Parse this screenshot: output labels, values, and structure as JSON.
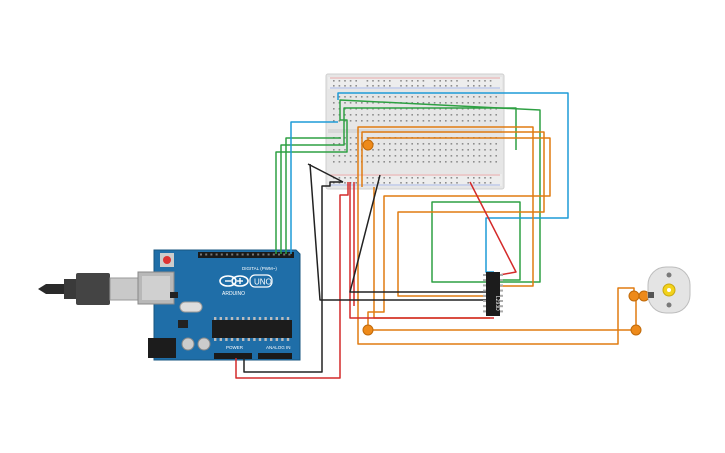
{
  "canvas": {
    "background": "#ffffff"
  },
  "arduino": {
    "brand": "ARDUINO",
    "model": "UNO",
    "digital_header_label": "DIGITAL (PWM~)",
    "power_header_label": "POWER",
    "analog_header_label": "ANALOG IN",
    "board_color": "#1f6ea8"
  },
  "driver_chip": {
    "label": "L293D"
  },
  "colors": {
    "wire_green": "#2ea043",
    "wire_blue": "#1e9bd7",
    "wire_orange": "#e07b10",
    "wire_red": "#d42a2a",
    "wire_black": "#222222",
    "junction": "#ee8a1a",
    "breadboard": "#e9e9e9"
  },
  "icons": {
    "usb_cable": "usb-cable-icon",
    "dc_motor": "dc-motor-icon"
  }
}
